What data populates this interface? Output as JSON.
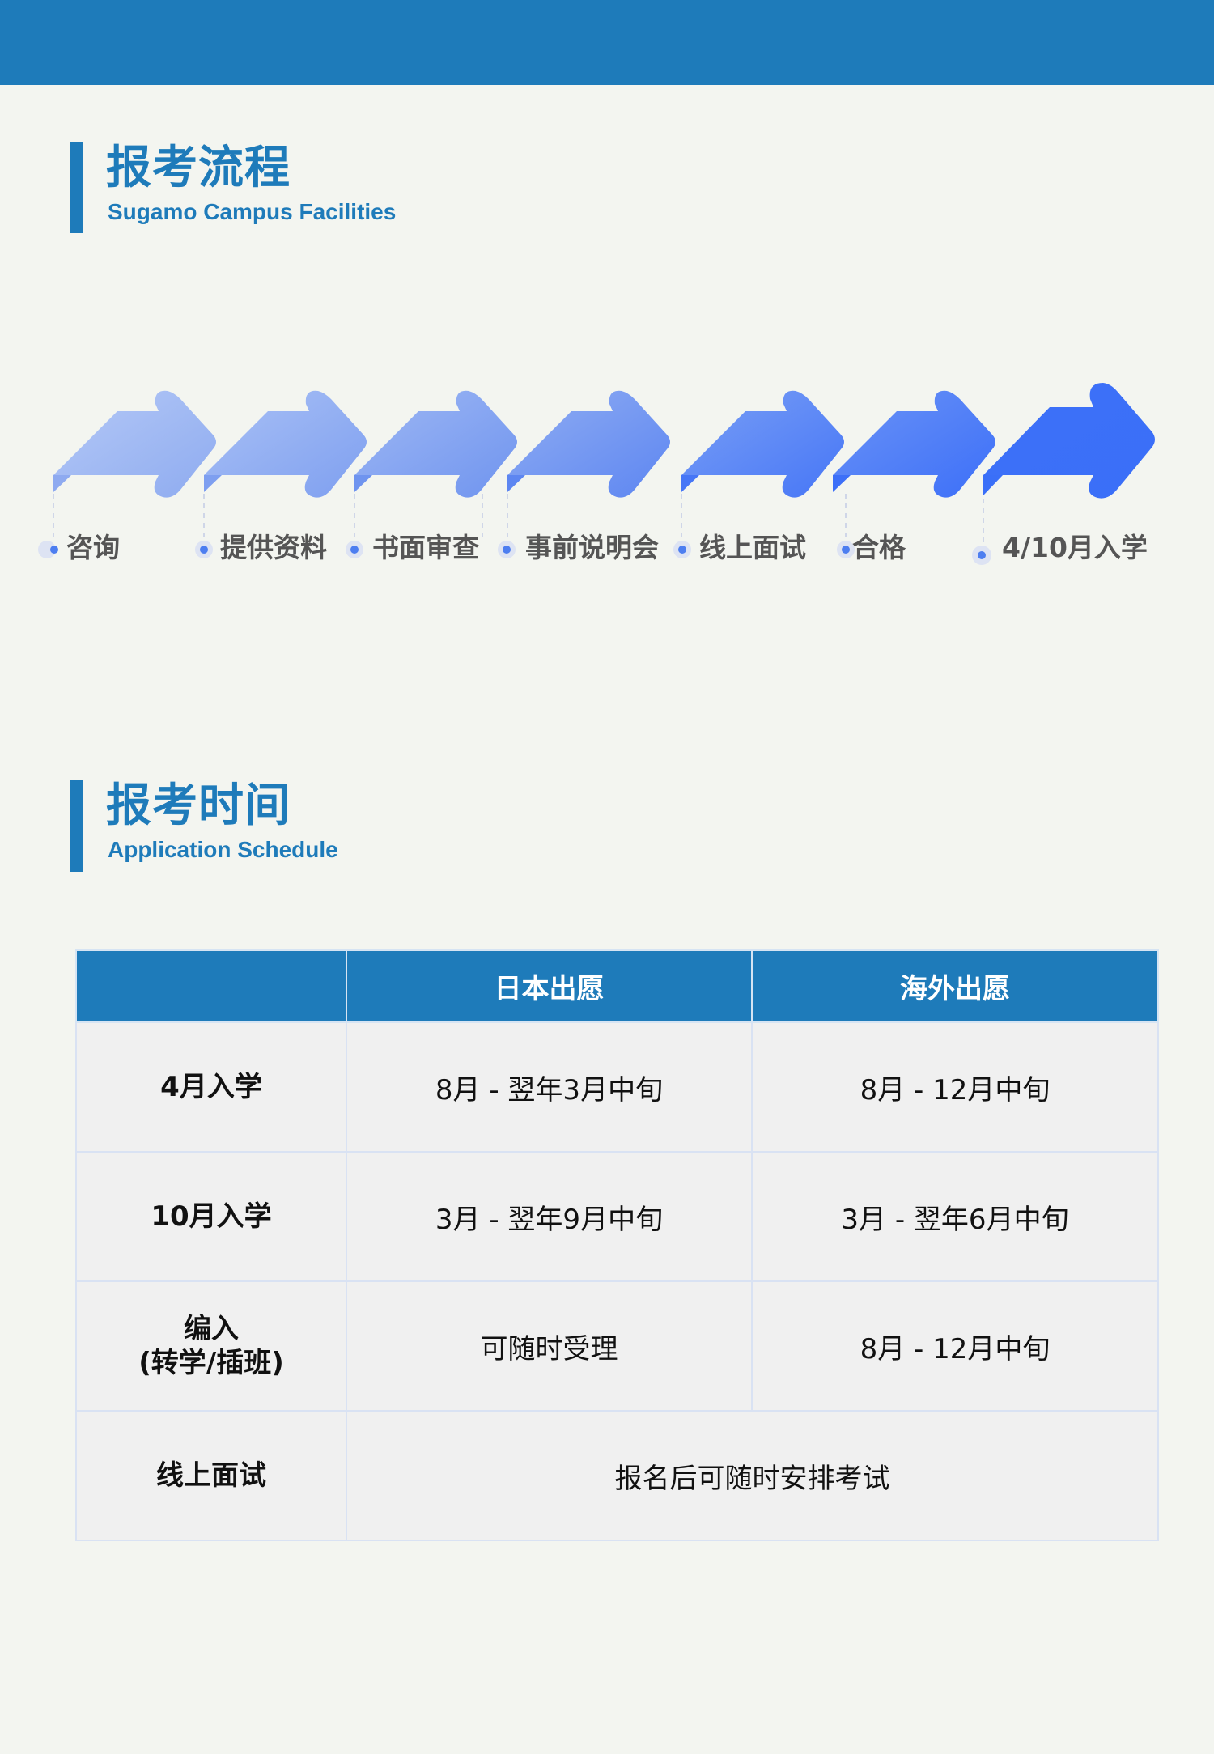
{
  "header": {
    "bar_color": "#1e7bba"
  },
  "section_process": {
    "title": "报考流程",
    "subtitle": "Sugamo Campus Facilities",
    "steps": [
      {
        "label": "咨询",
        "icon": "arrow-right-icon"
      },
      {
        "label": "提供资料",
        "icon": "arrow-right-icon"
      },
      {
        "label": "书面审查",
        "icon": "arrow-right-icon"
      },
      {
        "label": "事前说明会",
        "icon": "arrow-right-icon"
      },
      {
        "label": "线上面试",
        "icon": "arrow-right-icon"
      },
      {
        "label": "合格",
        "icon": "arrow-right-icon"
      },
      {
        "label": "4/10月入学",
        "icon": "arrow-right-icon"
      }
    ],
    "gradient": {
      "start": "#b3c7f6",
      "end": "#3a6ff8"
    }
  },
  "section_schedule": {
    "title": "报考时间",
    "subtitle": "Application Schedule",
    "table": {
      "columns": [
        "",
        "日本出愿",
        "海外出愿"
      ],
      "rows": [
        {
          "label": "4月入学",
          "japan": "8月 - 翌年3月中旬",
          "overseas": "8月 - 12月中旬"
        },
        {
          "label": "10月入学",
          "japan": "3月 - 翌年9月中旬",
          "overseas": "3月 - 翌年6月中旬"
        },
        {
          "label_line1": "编入",
          "label_line2": "(转学/插班)",
          "japan": "可随时受理",
          "overseas": "8月 - 12月中旬"
        },
        {
          "label": "线上面试",
          "merged": "报名后可随时安排考试"
        }
      ]
    }
  },
  "colors": {
    "brand": "#1e7bba",
    "page_bg": "#f3f5f0",
    "cell_bg": "#f0f0f0",
    "grid": "#d9e2f3",
    "step_text": "#555555"
  }
}
